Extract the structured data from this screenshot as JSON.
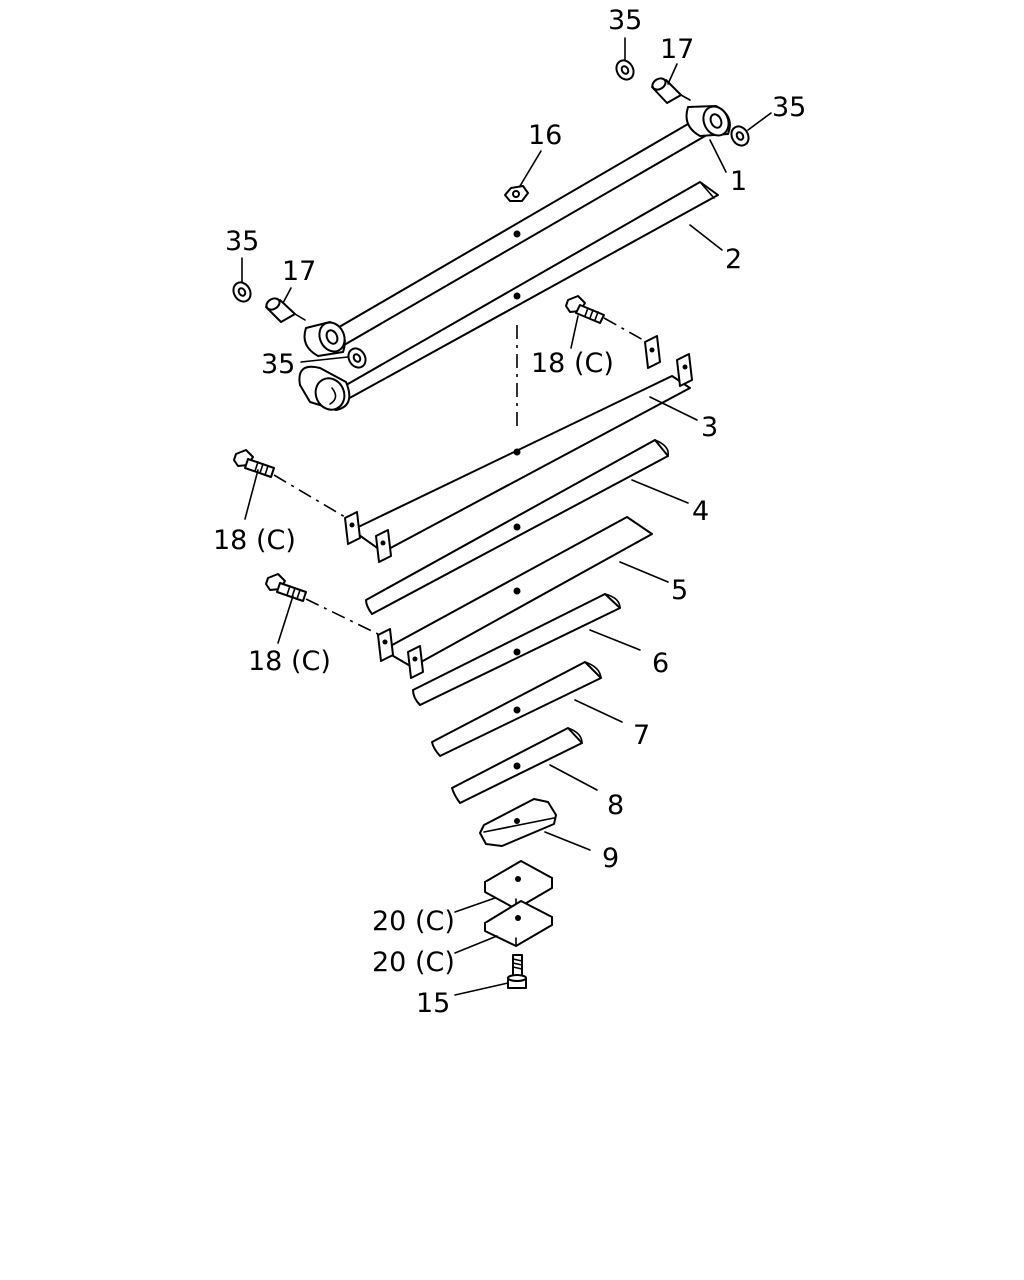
{
  "callouts": {
    "c35_top": "35",
    "c17_top": "17",
    "c35_right": "35",
    "c16": "16",
    "c1": "1",
    "c2": "2",
    "c35_left": "35",
    "c17_left": "17",
    "c35_mid": "35",
    "c18c_top": "18 (C)",
    "c3": "3",
    "c18c_left": "18 (C)",
    "c4": "4",
    "c5": "5",
    "c18c_lower": "18 (C)",
    "c6": "6",
    "c7": "7",
    "c8": "8",
    "c9": "9",
    "c20c_a": "20 (C)",
    "c20c_b": "20 (C)",
    "c15": "15"
  }
}
